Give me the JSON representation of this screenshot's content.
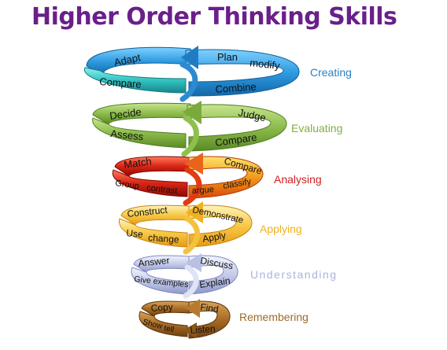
{
  "title": "Higher Order Thinking Skills",
  "levels": [
    {
      "name": "Creating",
      "color": "#2b7fc2",
      "words": {
        "top_left": "Adapt",
        "top_right_1": "Plan",
        "top_right_2": "modify",
        "bottom_left": "Compare",
        "bottom_right": "Combine"
      }
    },
    {
      "name": "Evaluating",
      "color": "#7fae3f",
      "words": {
        "top_left": "Decide",
        "top_right_1": "Judge",
        "bottom_left": "Assess",
        "bottom_right": "Compare"
      }
    },
    {
      "name": "Analysing",
      "color": "#d21f1f",
      "words": {
        "top_left": "Match",
        "top_right_1": "Compare",
        "bottom_left_1": "Group",
        "bottom_left_2": "contrast",
        "bottom_mid": "argue",
        "bottom_right": "classify"
      }
    },
    {
      "name": "Applying",
      "color": "#f0b020",
      "words": {
        "top_left": "Construct",
        "top_right_1": "Demonstrate",
        "bottom_left_1": "Use",
        "bottom_left_2": "change",
        "bottom_right": "Apply"
      }
    },
    {
      "name": "Understanding",
      "color": "#a9b4dd",
      "words": {
        "top_left": "Answer",
        "top_right_1": "Discuss",
        "bottom_left": "Give examples",
        "bottom_right": "Explain"
      }
    },
    {
      "name": "Remembering",
      "color": "#9a6a2c",
      "words": {
        "top_left": "Copy",
        "top_right_1": "Find",
        "bottom_left_1": "Show",
        "bottom_left_2": "tell",
        "bottom_right": "Listen"
      }
    }
  ]
}
